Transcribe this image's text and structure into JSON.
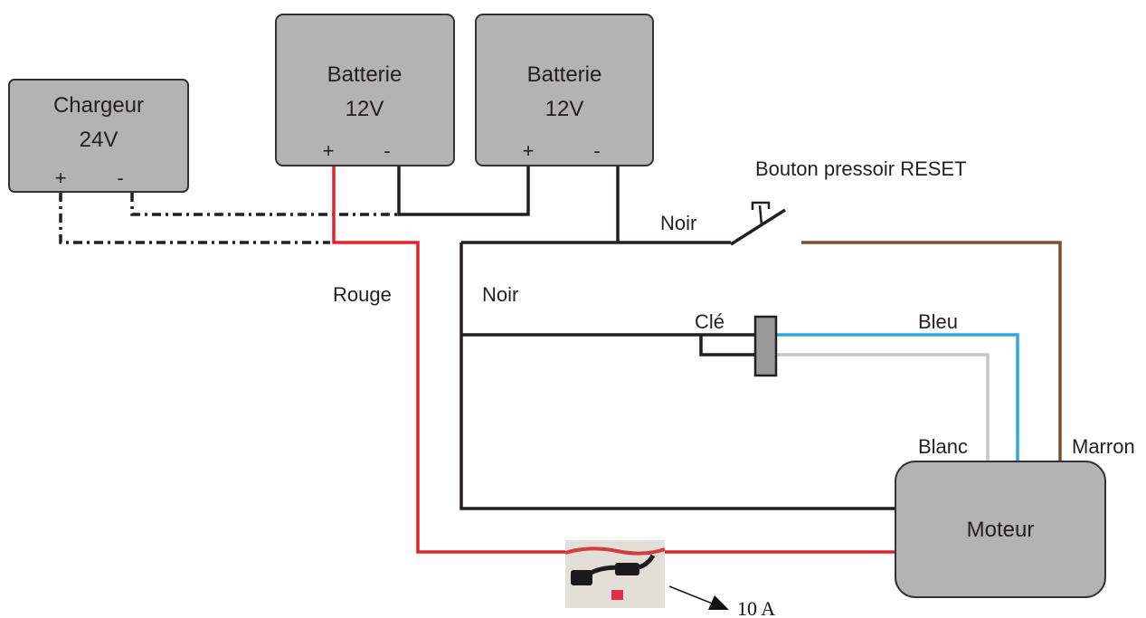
{
  "components": {
    "charger": {
      "line1": "Chargeur",
      "line2": "24V",
      "plus": "+",
      "minus": "-"
    },
    "battery1": {
      "line1": "Batterie",
      "line2": "12V",
      "plus": "+",
      "minus": "-"
    },
    "battery2": {
      "line1": "Batterie",
      "line2": "12V",
      "plus": "+",
      "minus": "-"
    },
    "motor": {
      "label": "Moteur"
    },
    "reset_button": {
      "label": "Bouton pressoir RESET"
    },
    "key_switch": {
      "label": "Clé"
    },
    "fuse": {
      "rating": "10 A"
    }
  },
  "wires": {
    "noir_reset": {
      "label": "Noir"
    },
    "noir_cle": {
      "label": "Noir"
    },
    "rouge": {
      "label": "Rouge"
    },
    "bleu": {
      "label": "Bleu"
    },
    "blanc": {
      "label": "Blanc"
    },
    "marron": {
      "label": "Marron"
    }
  },
  "colors": {
    "black": "#231f20",
    "red": "#e8202a",
    "blue": "#29aae1",
    "white_wire": "#c6c6c6",
    "brown": "#7b4f2c"
  }
}
